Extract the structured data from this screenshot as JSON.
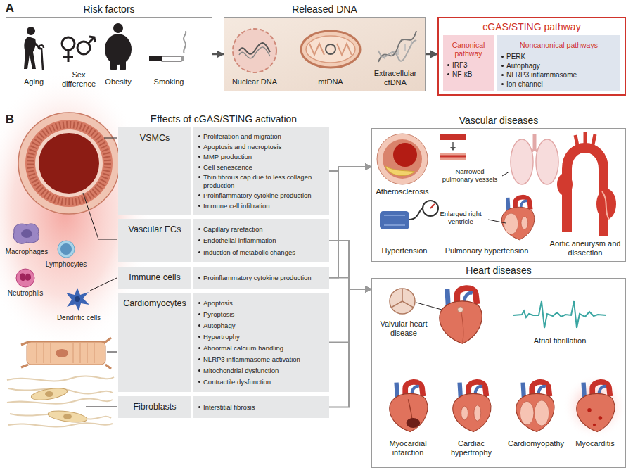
{
  "diagram": {
    "nodes": [
      {
        "text": [
          "Risk factors"
        ]
      },
      {
        "text": [
          "Released DNA"
        ]
      },
      {
        "text": [
          "cGAS/STING pathway"
        ]
      },
      {
        "text": [
          "Canonical pathway",
          "IRF3",
          "NF-κB"
        ],
        "in": 2
      },
      {
        "text": [
          "Noncanonical pathways",
          "PERK",
          "Autophagy",
          "NLRP3 inflammasome",
          "Ion channel"
        ],
        "in": 2
      },
      {
        "text": [
          "VSMCs",
          "Proliferation and migration",
          "Apoptosis and necroptosis",
          "MMP production",
          "Cell senescence",
          "Thin fibrous cap due to less collagen production",
          "Proinflammatory cytokine production",
          "Immune cell infiltration"
        ]
      },
      {
        "text": [
          "Vascular ECs",
          "Capillary rarefaction",
          "Endothelial inflammation",
          "Induction of metabolic changes"
        ]
      },
      {
        "text": [
          "Immune cells",
          "Proinflammatory cytokine production"
        ]
      },
      {
        "text": [
          "Cardiomyocytes",
          "Apoptosis",
          "Pyroptosis",
          "Autophagy",
          "Hypertrophy",
          "Abnormal calcium handling",
          "NLRP3 inflammasome activation",
          "Mitochondrial dysfunction",
          "Contractile dysfunction"
        ]
      },
      {
        "text": [
          "Fibroblasts",
          "Interstitial fibrosis"
        ]
      },
      {
        "text": [
          "Vascular diseases"
        ]
      },
      {
        "text": [
          "Heart diseases"
        ]
      }
    ],
    "edges": [
      {
        "from": 0,
        "to": 1,
        "arrow": "to"
      },
      {
        "from": 1,
        "to": 2,
        "arrow": "to"
      },
      {
        "from": 5,
        "to": 10,
        "arrow": "to"
      },
      {
        "from": 6,
        "to": 10,
        "arrow": "to"
      },
      {
        "from": 7,
        "to": 10,
        "arrow": "to"
      },
      {
        "from": 6,
        "to": 11,
        "arrow": "to"
      },
      {
        "from": 7,
        "to": 11,
        "arrow": "to"
      },
      {
        "from": 8,
        "to": 11,
        "arrow": "to"
      },
      {
        "from": 9,
        "to": 11,
        "arrow": "to"
      }
    ],
    "labels": [
      "A",
      "Aging",
      "Sex difference",
      "Obesity",
      "Smoking",
      "Nuclear DNA",
      "mtDNA",
      "Extracellular cfDNA",
      "B",
      "Effects of cGAS/STING activation",
      "Macrophages",
      "Lymphocytes",
      "Neutrophils",
      "Dendritic cells",
      "Atherosclerosis",
      "Narrowed pulmonary vessels",
      "Hypertension",
      "Pulmonary hypertension",
      "Enlarged right ventricle",
      "Aortic aneurysm and dissection",
      "Valvular heart disease",
      "Atrial fibrillation",
      "Myocardial infarction",
      "Cardiac hypertrophy",
      "Cardiomyopathy",
      "Myocarditis"
    ]
  }
}
